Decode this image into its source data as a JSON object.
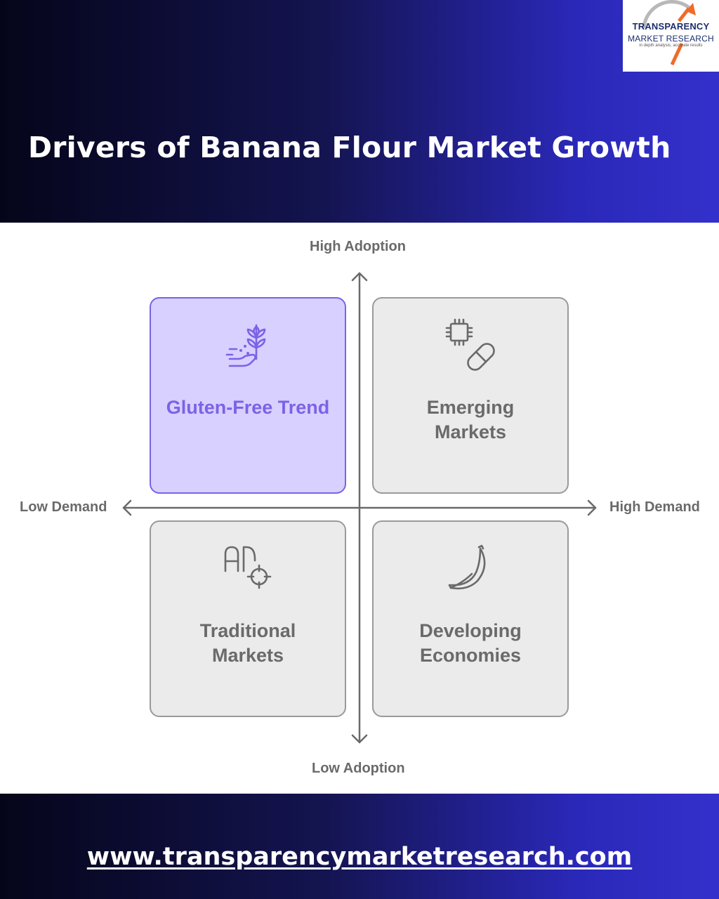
{
  "header": {
    "title": "Drivers of Banana Flour Market Growth",
    "colors": {
      "gradient_start": "#05051a",
      "gradient_end": "#3430cc"
    }
  },
  "logo": {
    "line1": "TRANSPARENCY",
    "line2": "MARKET RESEARCH",
    "tagline": "in depth analysis, accurate results",
    "icon": "growth-arrow-logo-icon"
  },
  "axes": {
    "top": "High Adoption",
    "bottom": "Low Adoption",
    "left": "Low Demand",
    "right": "High Demand"
  },
  "quadrants": [
    {
      "label": "Gluten-Free Trend",
      "icon": "wheat-hand-icon",
      "highlight": true,
      "accent": "#7c62e6"
    },
    {
      "label": "Emerging Markets",
      "icon": "chip-pill-icon",
      "highlight": false
    },
    {
      "label": "Traditional Markets",
      "icon": "ad-target-icon",
      "highlight": false
    },
    {
      "label": "Developing Economies",
      "icon": "banana-icon",
      "highlight": false
    }
  ],
  "footer": {
    "url": "www.transparencymarketresearch.com"
  }
}
